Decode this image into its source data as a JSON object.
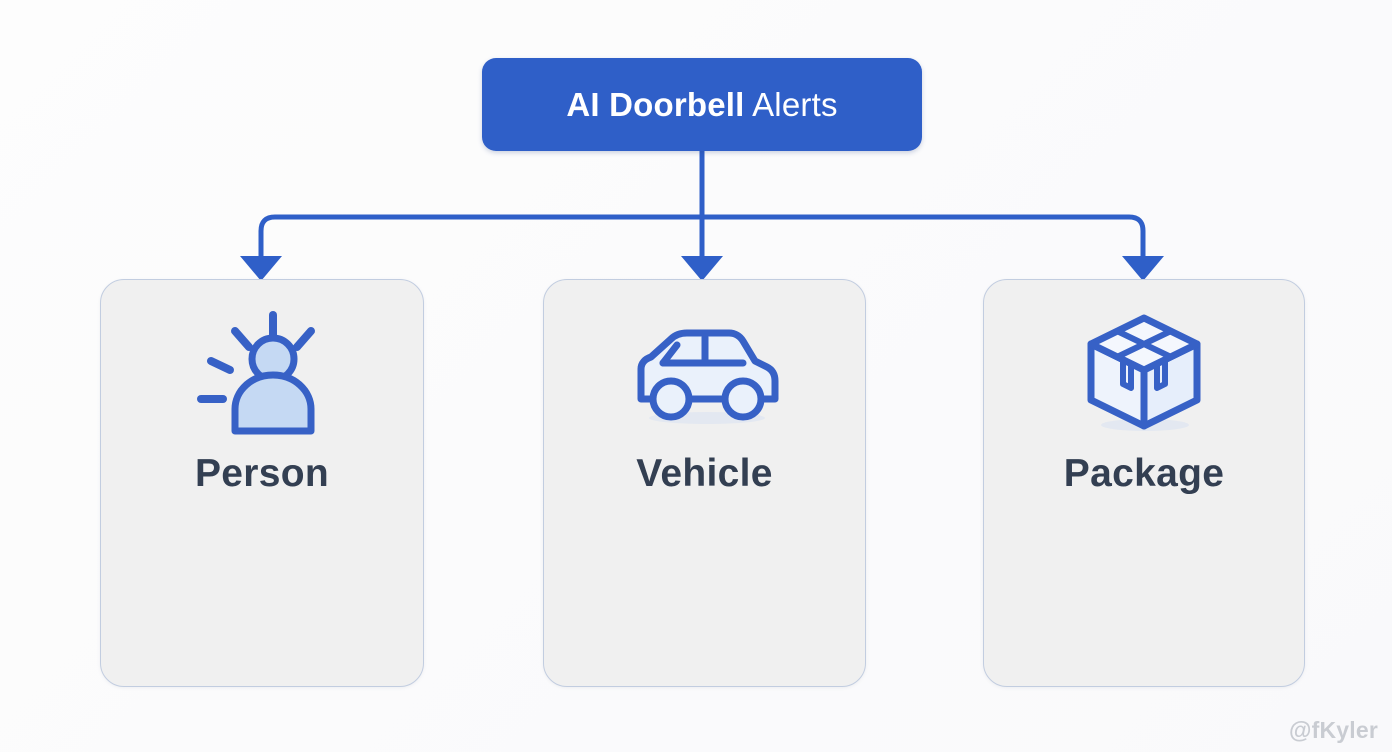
{
  "page": {
    "background_color": "#fbfbfc",
    "watermark": "@fKyler"
  },
  "header": {
    "title_strong": "AI Doorbell",
    "title_light": " Alerts",
    "background_color": "#2f5fc8",
    "text_color": "#ffffff"
  },
  "connectors": {
    "color": "#2f5fc8",
    "stroke_width": 5,
    "description": "vertical stem from header to horizontal bus, then three down-arrows into the cards"
  },
  "cards": [
    {
      "id": "person",
      "label": "Person",
      "icon": "person-detection-icon",
      "border_color": "#c2cde0",
      "fill_color": "#f0f0f0",
      "icon_stroke": "#3761c6",
      "icon_fill": "#c5d9f3"
    },
    {
      "id": "vehicle",
      "label": "Vehicle",
      "icon": "car-icon",
      "border_color": "#c2cde0",
      "fill_color": "#f0f0f0",
      "icon_stroke": "#3761c6",
      "icon_fill": "#eaf1fb"
    },
    {
      "id": "package",
      "label": "Package",
      "icon": "package-box-icon",
      "border_color": "#c2cde0",
      "fill_color": "#f0f0f0",
      "icon_stroke": "#3761c6",
      "icon_fill": "#eef3fc"
    }
  ]
}
